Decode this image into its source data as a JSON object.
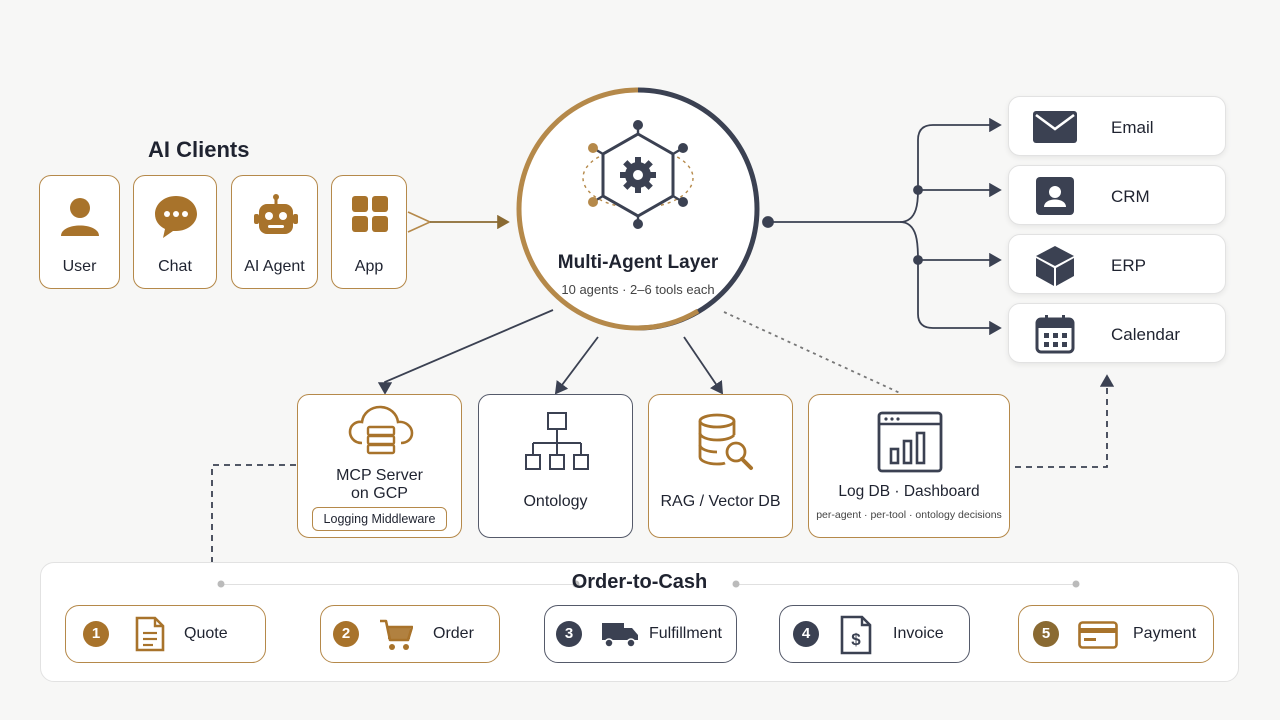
{
  "clients": {
    "heading": "AI Clients",
    "items": [
      {
        "label": "User",
        "icon": "user-icon"
      },
      {
        "label": "Chat",
        "icon": "chat-icon"
      },
      {
        "label": "AI Agent",
        "icon": "robot-icon"
      },
      {
        "label": "App",
        "icon": "app-grid-icon"
      }
    ]
  },
  "hub": {
    "title": "Multi-Agent Layer",
    "subtitle": "10 agents · 2–6 tools each"
  },
  "services": [
    {
      "label": "Email",
      "icon": "email-icon"
    },
    {
      "label": "CRM",
      "icon": "contact-card-icon"
    },
    {
      "label": "ERP",
      "icon": "cube-icon"
    },
    {
      "label": "Calendar",
      "icon": "calendar-icon"
    }
  ],
  "modules": {
    "mcp": {
      "title_line1": "MCP Server",
      "title_line2": "on GCP",
      "badge": "Logging Middleware"
    },
    "ontology": {
      "label": "Ontology"
    },
    "rag": {
      "label": "RAG / Vector DB"
    },
    "logdb": {
      "label": "Log DB · Dashboard",
      "sublabel": "per-agent · per-tool · ontology decisions"
    }
  },
  "process": {
    "title": "Order-to-Cash",
    "steps": [
      {
        "num": "1",
        "label": "Quote",
        "icon": "document-icon"
      },
      {
        "num": "2",
        "label": "Order",
        "icon": "cart-icon"
      },
      {
        "num": "3",
        "label": "Fulfillment",
        "icon": "truck-icon"
      },
      {
        "num": "4",
        "label": "Invoice",
        "icon": "invoice-icon"
      },
      {
        "num": "5",
        "label": "Payment",
        "icon": "credit-card-icon"
      }
    ]
  },
  "colors": {
    "gold": "#b5894a",
    "navy": "#3b4152",
    "background": "#f7f7f6"
  }
}
